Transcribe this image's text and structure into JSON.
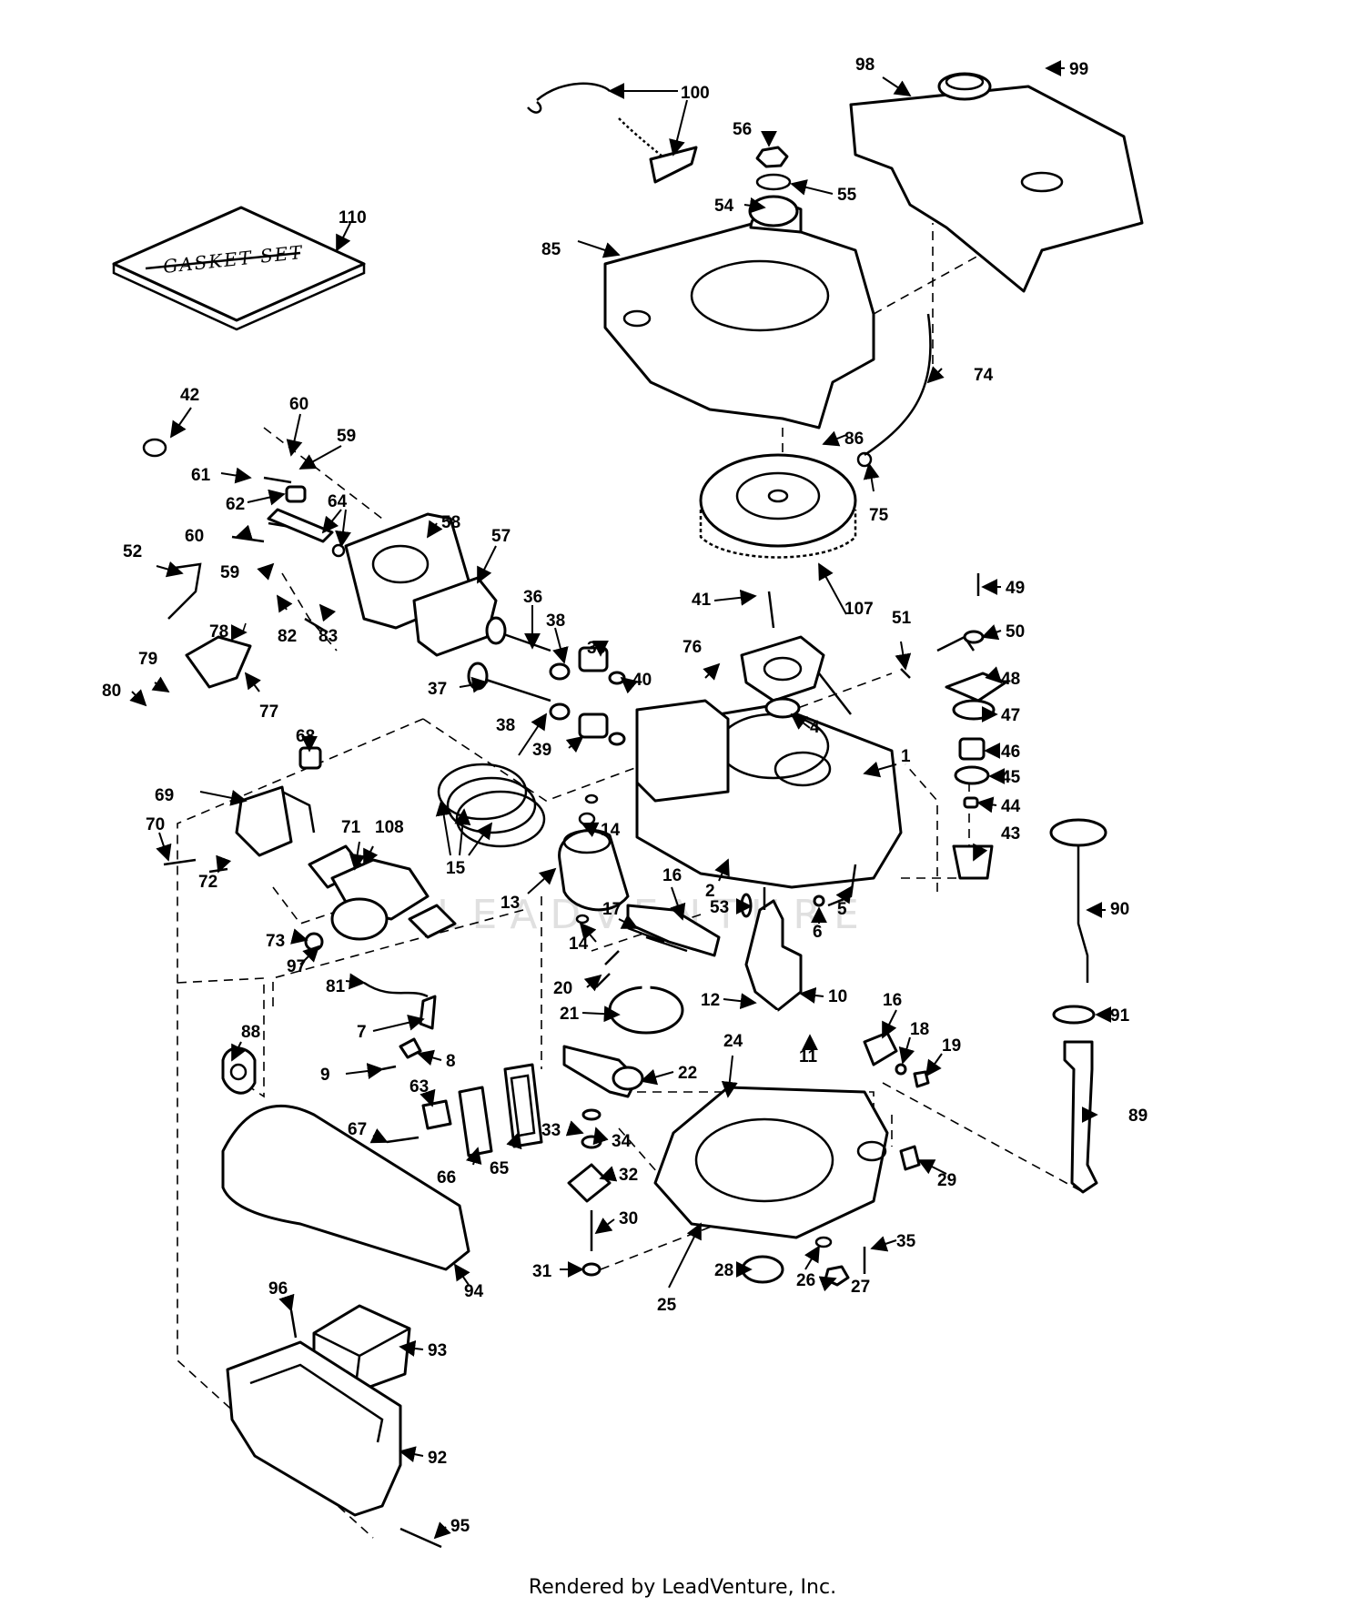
{
  "diagram": {
    "gasket_set_text": "GASKET SET",
    "watermark": "LEADVENTURE",
    "credit": "Rendered by LeadVenture, Inc.",
    "labels": [
      {
        "id": "l1",
        "text": "1"
      },
      {
        "id": "l2",
        "text": "2"
      },
      {
        "id": "l4",
        "text": "4"
      },
      {
        "id": "l5",
        "text": "5"
      },
      {
        "id": "l6",
        "text": "6"
      },
      {
        "id": "l7",
        "text": "7"
      },
      {
        "id": "l8",
        "text": "8"
      },
      {
        "id": "l9",
        "text": "9"
      },
      {
        "id": "l10",
        "text": "10"
      },
      {
        "id": "l11",
        "text": "11"
      },
      {
        "id": "l12",
        "text": "12"
      },
      {
        "id": "l13",
        "text": "13"
      },
      {
        "id": "l14a",
        "text": "14"
      },
      {
        "id": "l14b",
        "text": "14"
      },
      {
        "id": "l15",
        "text": "15"
      },
      {
        "id": "l16a",
        "text": "16"
      },
      {
        "id": "l16b",
        "text": "16"
      },
      {
        "id": "l17",
        "text": "17"
      },
      {
        "id": "l18",
        "text": "18"
      },
      {
        "id": "l19",
        "text": "19"
      },
      {
        "id": "l20",
        "text": "20"
      },
      {
        "id": "l21",
        "text": "21"
      },
      {
        "id": "l22",
        "text": "22"
      },
      {
        "id": "l24",
        "text": "24"
      },
      {
        "id": "l25",
        "text": "25"
      },
      {
        "id": "l26",
        "text": "26"
      },
      {
        "id": "l27",
        "text": "27"
      },
      {
        "id": "l28",
        "text": "28"
      },
      {
        "id": "l29",
        "text": "29"
      },
      {
        "id": "l30",
        "text": "30"
      },
      {
        "id": "l31",
        "text": "31"
      },
      {
        "id": "l32",
        "text": "32"
      },
      {
        "id": "l33",
        "text": "33"
      },
      {
        "id": "l34",
        "text": "34"
      },
      {
        "id": "l35",
        "text": "35"
      },
      {
        "id": "l36",
        "text": "36"
      },
      {
        "id": "l37",
        "text": "37"
      },
      {
        "id": "l38a",
        "text": "38"
      },
      {
        "id": "l38b",
        "text": "38"
      },
      {
        "id": "l39a",
        "text": "39"
      },
      {
        "id": "l39b",
        "text": "39"
      },
      {
        "id": "l40",
        "text": "40"
      },
      {
        "id": "l41",
        "text": "41"
      },
      {
        "id": "l42",
        "text": "42"
      },
      {
        "id": "l43",
        "text": "43"
      },
      {
        "id": "l44",
        "text": "44"
      },
      {
        "id": "l45",
        "text": "45"
      },
      {
        "id": "l46",
        "text": "46"
      },
      {
        "id": "l47",
        "text": "47"
      },
      {
        "id": "l48",
        "text": "48"
      },
      {
        "id": "l49",
        "text": "49"
      },
      {
        "id": "l50",
        "text": "50"
      },
      {
        "id": "l51",
        "text": "51"
      },
      {
        "id": "l52",
        "text": "52"
      },
      {
        "id": "l53",
        "text": "53"
      },
      {
        "id": "l54",
        "text": "54"
      },
      {
        "id": "l55",
        "text": "55"
      },
      {
        "id": "l56",
        "text": "56"
      },
      {
        "id": "l57",
        "text": "57"
      },
      {
        "id": "l58",
        "text": "58"
      },
      {
        "id": "l59a",
        "text": "59"
      },
      {
        "id": "l59b",
        "text": "59"
      },
      {
        "id": "l60a",
        "text": "60"
      },
      {
        "id": "l60b",
        "text": "60"
      },
      {
        "id": "l61",
        "text": "61"
      },
      {
        "id": "l62",
        "text": "62"
      },
      {
        "id": "l63",
        "text": "63"
      },
      {
        "id": "l64",
        "text": "64"
      },
      {
        "id": "l65",
        "text": "65"
      },
      {
        "id": "l66",
        "text": "66"
      },
      {
        "id": "l67",
        "text": "67"
      },
      {
        "id": "l68",
        "text": "68"
      },
      {
        "id": "l69",
        "text": "69"
      },
      {
        "id": "l70",
        "text": "70"
      },
      {
        "id": "l71",
        "text": "71"
      },
      {
        "id": "l72",
        "text": "72"
      },
      {
        "id": "l73",
        "text": "73"
      },
      {
        "id": "l74",
        "text": "74"
      },
      {
        "id": "l75",
        "text": "75"
      },
      {
        "id": "l76",
        "text": "76"
      },
      {
        "id": "l77",
        "text": "77"
      },
      {
        "id": "l78",
        "text": "78"
      },
      {
        "id": "l79",
        "text": "79"
      },
      {
        "id": "l80",
        "text": "80"
      },
      {
        "id": "l81",
        "text": "81"
      },
      {
        "id": "l82",
        "text": "82"
      },
      {
        "id": "l83",
        "text": "83"
      },
      {
        "id": "l85",
        "text": "85"
      },
      {
        "id": "l86",
        "text": "86"
      },
      {
        "id": "l88",
        "text": "88"
      },
      {
        "id": "l89",
        "text": "89"
      },
      {
        "id": "l90",
        "text": "90"
      },
      {
        "id": "l91",
        "text": "91"
      },
      {
        "id": "l92",
        "text": "92"
      },
      {
        "id": "l93",
        "text": "93"
      },
      {
        "id": "l94",
        "text": "94"
      },
      {
        "id": "l95",
        "text": "95"
      },
      {
        "id": "l96",
        "text": "96"
      },
      {
        "id": "l97",
        "text": "97"
      },
      {
        "id": "l98",
        "text": "98"
      },
      {
        "id": "l99",
        "text": "99"
      },
      {
        "id": "l100",
        "text": "100"
      },
      {
        "id": "l107",
        "text": "107"
      },
      {
        "id": "l108",
        "text": "108"
      },
      {
        "id": "l110",
        "text": "110"
      }
    ]
  }
}
